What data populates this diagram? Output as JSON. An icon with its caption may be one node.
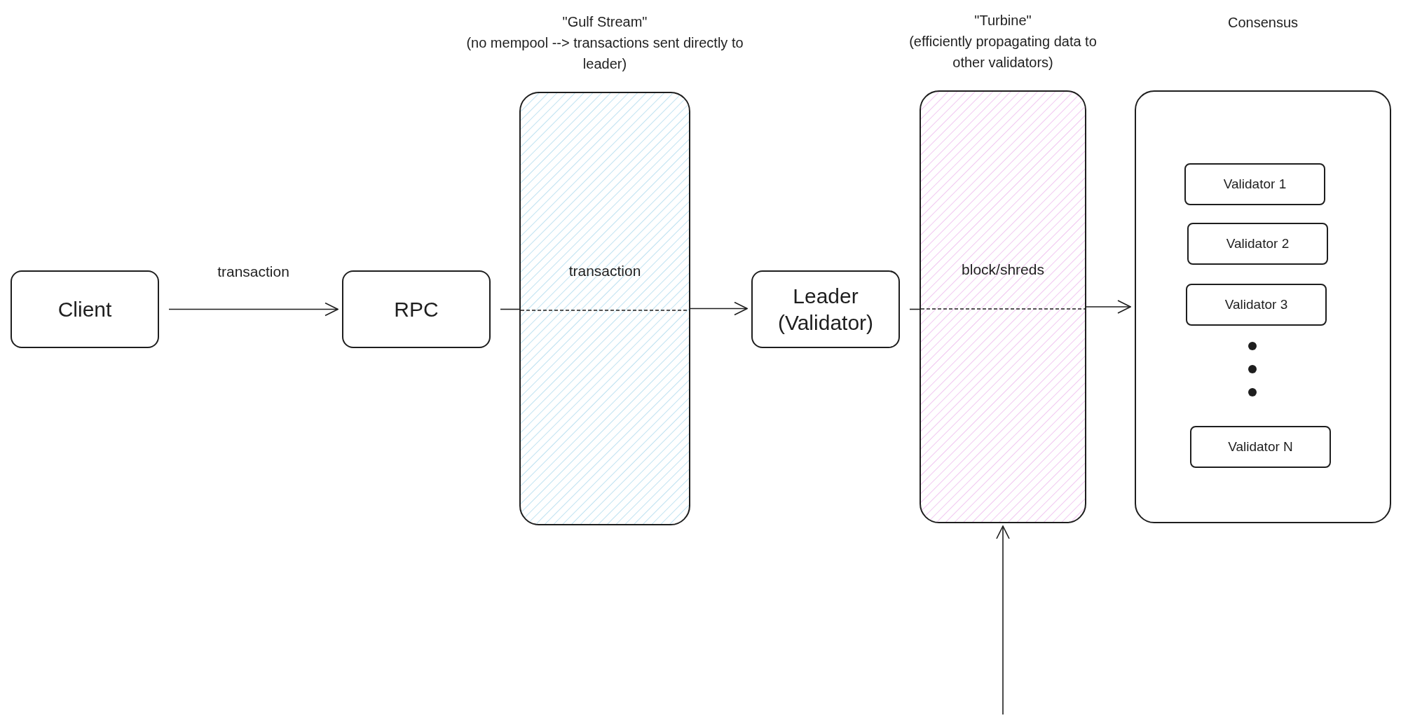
{
  "diagram": {
    "nodes": [
      {
        "text": [
          "Client"
        ]
      },
      {
        "text": [
          "RPC"
        ]
      },
      {
        "text": [
          "\"Gulf Stream\"",
          "(no mempool --> transactions sent directly to leader)",
          "transaction"
        ]
      },
      {
        "text": [
          "Leader (Validator)"
        ]
      },
      {
        "text": [
          "\"Turbine\"",
          "(efficiently propagating data to other validators)",
          "block/shreds"
        ]
      },
      {
        "text": [
          "Consensus"
        ]
      },
      {
        "text": [
          "Validator 1"
        ],
        "in": 5
      },
      {
        "text": [
          "Validator 2"
        ],
        "in": 5
      },
      {
        "text": [
          "Validator 3"
        ],
        "in": 5
      },
      {
        "text": [
          "Validator N"
        ],
        "in": 5
      }
    ],
    "edges": [
      {
        "from": 0,
        "to": 1,
        "arrow": "to",
        "label": "transaction"
      },
      {
        "from": 1,
        "to": 2,
        "arrow": "none"
      },
      {
        "from": 2,
        "to": 3,
        "arrow": "to"
      },
      {
        "from": 3,
        "to": 4,
        "arrow": "none"
      },
      {
        "from": 4,
        "to": 5,
        "arrow": "to"
      },
      {
        "from": null,
        "to": 4,
        "arrow": "to"
      }
    ]
  }
}
